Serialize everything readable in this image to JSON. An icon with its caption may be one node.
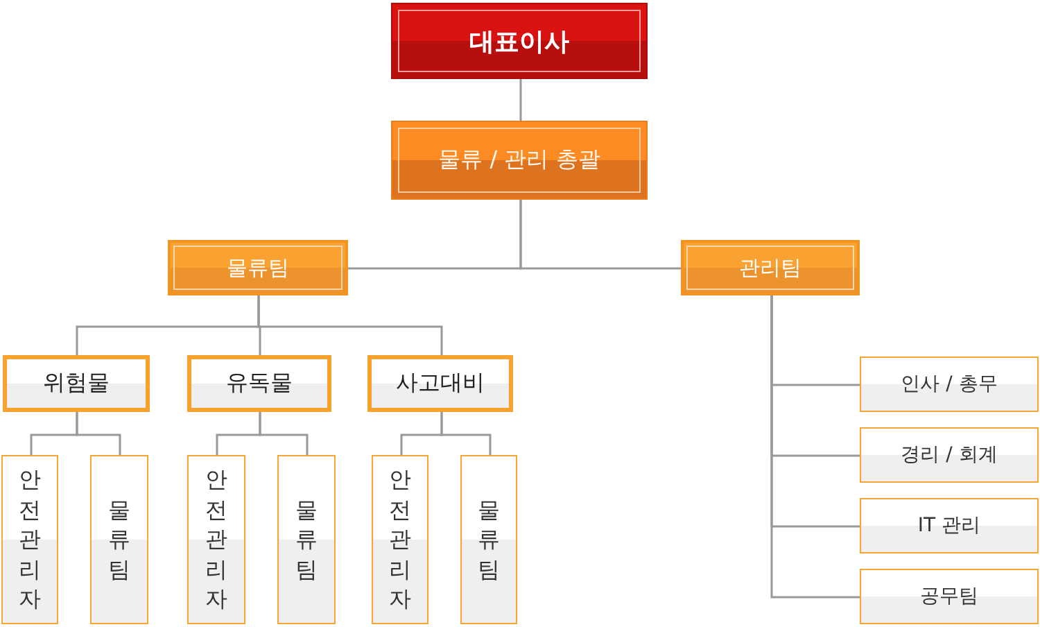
{
  "diagram": {
    "nodes": [
      {
        "text": [
          "대표이사"
        ]
      },
      {
        "text": [
          "물류 / 관리 총괄"
        ]
      },
      {
        "text": [
          "물류팀"
        ]
      },
      {
        "text": [
          "관리팀"
        ]
      },
      {
        "text": [
          "위험물"
        ]
      },
      {
        "text": [
          "유독물"
        ]
      },
      {
        "text": [
          "사고대비"
        ]
      },
      {
        "text": [
          "안전관리자"
        ]
      },
      {
        "text": [
          "물류팀"
        ]
      },
      {
        "text": [
          "안전관리자"
        ]
      },
      {
        "text": [
          "물류팀"
        ]
      },
      {
        "text": [
          "안전관리자"
        ]
      },
      {
        "text": [
          "물류팀"
        ]
      },
      {
        "text": [
          "인사 / 총무"
        ]
      },
      {
        "text": [
          "경리 / 회계"
        ]
      },
      {
        "text": [
          "IT 관리"
        ]
      },
      {
        "text": [
          "공무팀"
        ]
      }
    ],
    "edges": [
      {
        "from": 0,
        "to": 1,
        "arrow": "none"
      },
      {
        "from": 1,
        "to": 2,
        "arrow": "none"
      },
      {
        "from": 1,
        "to": 3,
        "arrow": "none"
      },
      {
        "from": 2,
        "to": 4,
        "arrow": "none"
      },
      {
        "from": 2,
        "to": 5,
        "arrow": "none"
      },
      {
        "from": 2,
        "to": 6,
        "arrow": "none"
      },
      {
        "from": 4,
        "to": 7,
        "arrow": "none"
      },
      {
        "from": 4,
        "to": 8,
        "arrow": "none"
      },
      {
        "from": 5,
        "to": 9,
        "arrow": "none"
      },
      {
        "from": 5,
        "to": 10,
        "arrow": "none"
      },
      {
        "from": 6,
        "to": 11,
        "arrow": "none"
      },
      {
        "from": 6,
        "to": 12,
        "arrow": "none"
      },
      {
        "from": 3,
        "to": 13,
        "arrow": "none"
      },
      {
        "from": 3,
        "to": 14,
        "arrow": "none"
      },
      {
        "from": 3,
        "to": 15,
        "arrow": "none"
      },
      {
        "from": 3,
        "to": 16,
        "arrow": "none"
      }
    ]
  }
}
